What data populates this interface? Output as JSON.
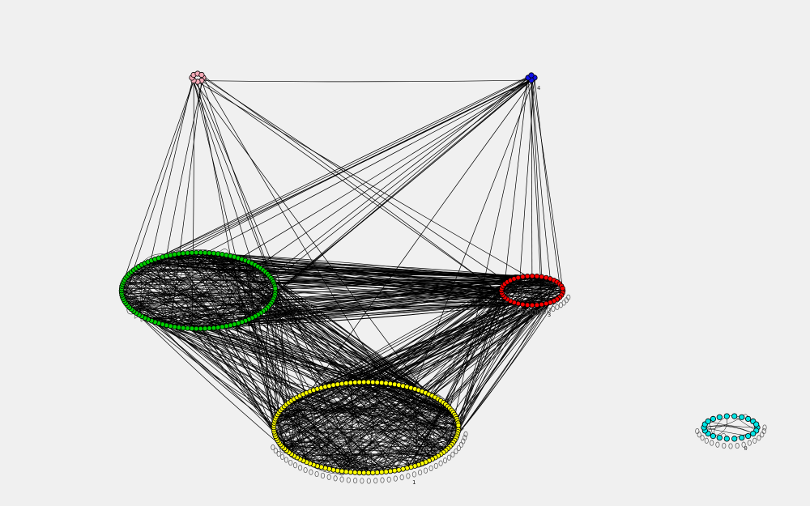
{
  "background": "#f0f0f0",
  "edge_color": "#000000",
  "clusters": [
    {
      "id": "pink",
      "color": "#f4a9b6",
      "node_count": 8,
      "label": "",
      "arrow_label": ""
    },
    {
      "id": "blue",
      "color": "#1010e8",
      "node_count": 4,
      "label": "",
      "arrow_label": "4"
    },
    {
      "id": "green",
      "color": "#00d000",
      "node_count": 110,
      "label": "",
      "arrow_label": ""
    },
    {
      "id": "red",
      "color": "#ff0000",
      "node_count": 40,
      "label": "",
      "arrow_label": "3"
    },
    {
      "id": "yellow",
      "color": "#ffff00",
      "node_count": 130,
      "label": "",
      "arrow_label": "1"
    },
    {
      "id": "cyan",
      "color": "#00e5e5",
      "node_count": 22,
      "label": "",
      "arrow_label": "0"
    }
  ]
}
